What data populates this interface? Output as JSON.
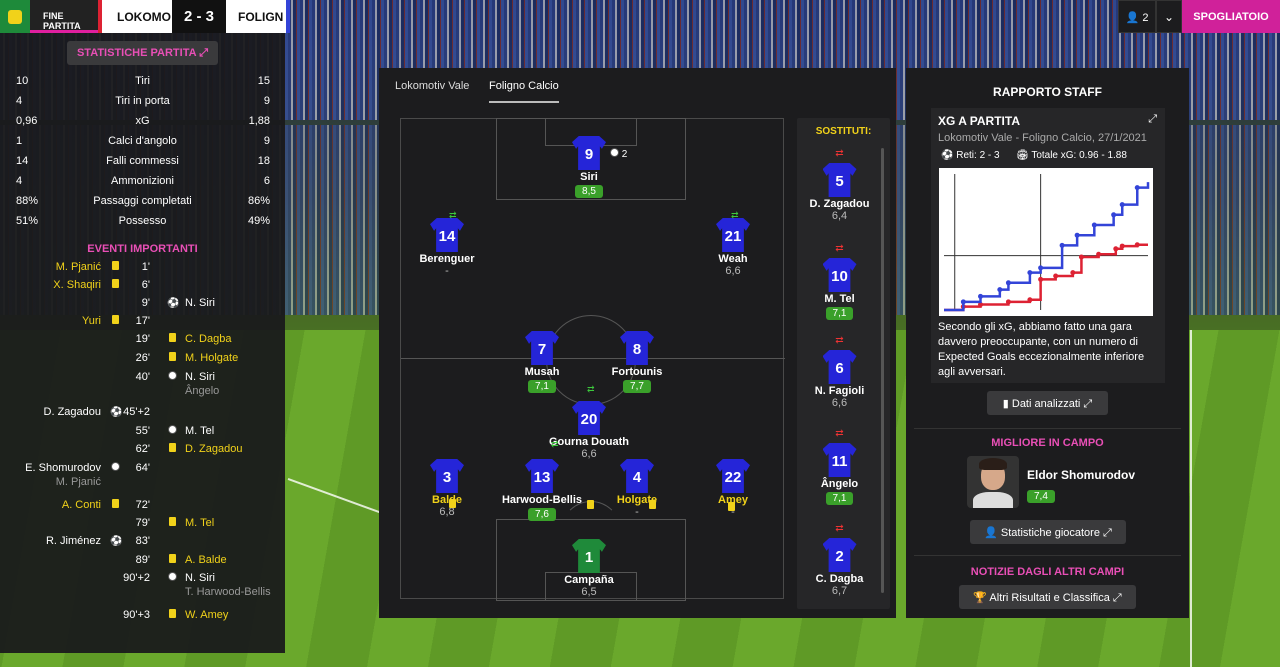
{
  "topbar": {
    "status": "FINE PARTITA",
    "home": "LOKOMO",
    "score": "2 - 3",
    "away": "FOLIGN"
  },
  "top_right": {
    "users": "2",
    "action": "SPOGLIATOIO"
  },
  "stats_button": "STATISTICHE PARTITA",
  "stats": [
    {
      "a": "10",
      "label": "Tiri",
      "b": "15"
    },
    {
      "a": "4",
      "label": "Tiri in porta",
      "b": "9"
    },
    {
      "a": "0,96",
      "label": "xG",
      "b": "1,88"
    },
    {
      "a": "1",
      "label": "Calci d'angolo",
      "b": "9"
    },
    {
      "a": "14",
      "label": "Falli commessi",
      "b": "18"
    },
    {
      "a": "4",
      "label": "Ammonizioni",
      "b": "6"
    },
    {
      "a": "88%",
      "label": "Passaggi completati",
      "b": "86%"
    },
    {
      "a": "51%",
      "label": "Possesso",
      "b": "49%"
    }
  ],
  "events_title": "EVENTI IMPORTANTI",
  "events": [
    {
      "home": "M. Pjanić",
      "home_icon": "yellow-card",
      "time": "1'",
      "away": "",
      "away_icon": ""
    },
    {
      "home": "X. Shaqiri",
      "home_icon": "yellow-card",
      "time": "6'",
      "away": "",
      "away_icon": ""
    },
    {
      "home": "",
      "home_icon": "",
      "time": "9'",
      "away": "N. Siri",
      "away_icon": "missed-penalty"
    },
    {
      "home": "Yuri",
      "home_icon": "yellow-card",
      "time": "17'",
      "away": "",
      "away_icon": ""
    },
    {
      "home": "",
      "home_icon": "",
      "time": "19'",
      "away": "C. Dagba",
      "away_icon": "yellow-card"
    },
    {
      "home": "",
      "home_icon": "",
      "time": "26'",
      "away": "M. Holgate",
      "away_icon": "yellow-card"
    },
    {
      "home": "",
      "home_icon": "",
      "time": "40'",
      "away": "N. Siri",
      "away_sub": "Ângelo",
      "away_icon": "goal"
    },
    {
      "home": "D. Zagadou",
      "home_icon": "missed-penalty",
      "time": "45'+2",
      "away": "",
      "away_icon": ""
    },
    {
      "home": "",
      "home_icon": "",
      "time": "55'",
      "away": "M. Tel",
      "away_icon": "goal"
    },
    {
      "home": "",
      "home_icon": "",
      "time": "62'",
      "away": "D. Zagadou",
      "away_icon": "yellow-card"
    },
    {
      "home": "E. Shomurodov",
      "home_sub": "M. Pjanić",
      "home_icon": "goal",
      "time": "64'",
      "away": "",
      "away_icon": ""
    },
    {
      "home": "A. Conti",
      "home_icon": "yellow-card",
      "time": "72'",
      "away": "",
      "away_icon": ""
    },
    {
      "home": "",
      "home_icon": "",
      "time": "79'",
      "away": "M. Tel",
      "away_icon": "yellow-card"
    },
    {
      "home": "R. Jiménez",
      "home_icon": "missed-penalty",
      "time": "83'",
      "away": "",
      "away_icon": ""
    },
    {
      "home": "",
      "home_icon": "",
      "time": "89'",
      "away": "A. Balde",
      "away_icon": "yellow-card"
    },
    {
      "home": "",
      "home_icon": "",
      "time": "90'+2",
      "away": "N. Siri",
      "away_sub": "T. Harwood-Bellis",
      "away_icon": "goal"
    },
    {
      "home": "",
      "home_icon": "",
      "time": "90'+3",
      "away": "W. Amey",
      "away_icon": "yellow-card"
    }
  ],
  "team_tabs": [
    "Lokomotiv Vale",
    "Foligno Calcio"
  ],
  "active_team_tab": 1,
  "lineup": [
    {
      "num": "9",
      "name": "Siri",
      "rating": "8,5",
      "highlight": true,
      "goals": "2"
    },
    {
      "num": "14",
      "name": "Berenguer",
      "rating": "-",
      "highlight": false
    },
    {
      "num": "21",
      "name": "Weah",
      "rating": "6,6",
      "highlight": false
    },
    {
      "num": "7",
      "name": "Musah",
      "rating": "7,1",
      "highlight": true
    },
    {
      "num": "8",
      "name": "Fortounis",
      "rating": "7,7",
      "highlight": true
    },
    {
      "num": "20",
      "name": "Gourna Douath",
      "rating": "6,6",
      "highlight": false
    },
    {
      "num": "3",
      "name": "Balde",
      "rating": "6,8",
      "highlight": false,
      "yellow_name": true
    },
    {
      "num": "13",
      "name": "Harwood-Bellis",
      "rating": "7,6",
      "highlight": true
    },
    {
      "num": "4",
      "name": "Holgate",
      "rating": "-",
      "highlight": false,
      "yellow_name": true
    },
    {
      "num": "22",
      "name": "Amey",
      "rating": "-",
      "highlight": false,
      "yellow_name": true
    },
    {
      "num": "1",
      "name": "Campaña",
      "rating": "6,5",
      "highlight": false,
      "goalkeeper": true
    }
  ],
  "subs_title": "SOSTITUTI:",
  "subs": [
    {
      "num": "5",
      "name": "D. Zagadou",
      "rating": "6,4",
      "highlight": false
    },
    {
      "num": "10",
      "name": "M. Tel",
      "rating": "7,1",
      "highlight": true
    },
    {
      "num": "6",
      "name": "N. Fagioli",
      "rating": "6,6",
      "highlight": false
    },
    {
      "num": "11",
      "name": "Ângelo",
      "rating": "7,1",
      "highlight": true
    },
    {
      "num": "2",
      "name": "C. Dagba",
      "rating": "6,7",
      "highlight": false
    }
  ],
  "staff": {
    "title": "RAPPORTO STAFF",
    "xg_title": "XG A PARTITA",
    "match": "Lokomotiv Vale - Foligno Calcio, 27/1/2021",
    "goals_label": "Reti: 2 - 3",
    "xg_label": "Totale xG: 0.96 - 1.88",
    "comment": "Secondo gli xG, abbiamo fatto una gara davvero preoccupante, con un numero di Expected Goals eccezionalmente inferiore agli avversari.",
    "data_button": "Dati analizzati",
    "motm_title": "MIGLIORE IN CAMPO",
    "motm_name": "Eldor Shomurodov",
    "motm_rating": "7,4",
    "motm_button": "Statistiche giocatore",
    "news_title": "NOTIZIE DAGLI ALTRI CAMPI",
    "news_button": "Altri Risultati e Classifica"
  },
  "colors": {
    "accent": "#d0219a",
    "home": "#dd2233",
    "away": "#3344d8",
    "highlight": "#3aa02a",
    "card": "#f1d21a"
  },
  "chart_data": {
    "type": "line",
    "title": "",
    "xlabel": "",
    "ylabel": "",
    "xlim": [
      0,
      95
    ],
    "ylim": [
      0,
      2
    ],
    "grid": false,
    "series": [
      {
        "color": "#dd2233",
        "x": [
          0,
          9,
          17,
          30,
          40,
          45,
          52,
          60,
          64,
          72,
          80,
          83,
          90,
          95
        ],
        "y": [
          0,
          0.05,
          0.08,
          0.12,
          0.15,
          0.45,
          0.5,
          0.55,
          0.78,
          0.82,
          0.9,
          0.94,
          0.96,
          0.96
        ]
      },
      {
        "color": "#3344d8",
        "x": [
          0,
          9,
          17,
          26,
          30,
          40,
          45,
          55,
          62,
          70,
          79,
          83,
          90,
          95
        ],
        "y": [
          0,
          0.12,
          0.2,
          0.3,
          0.4,
          0.55,
          0.62,
          0.95,
          1.1,
          1.25,
          1.4,
          1.55,
          1.8,
          1.88
        ]
      }
    ]
  }
}
